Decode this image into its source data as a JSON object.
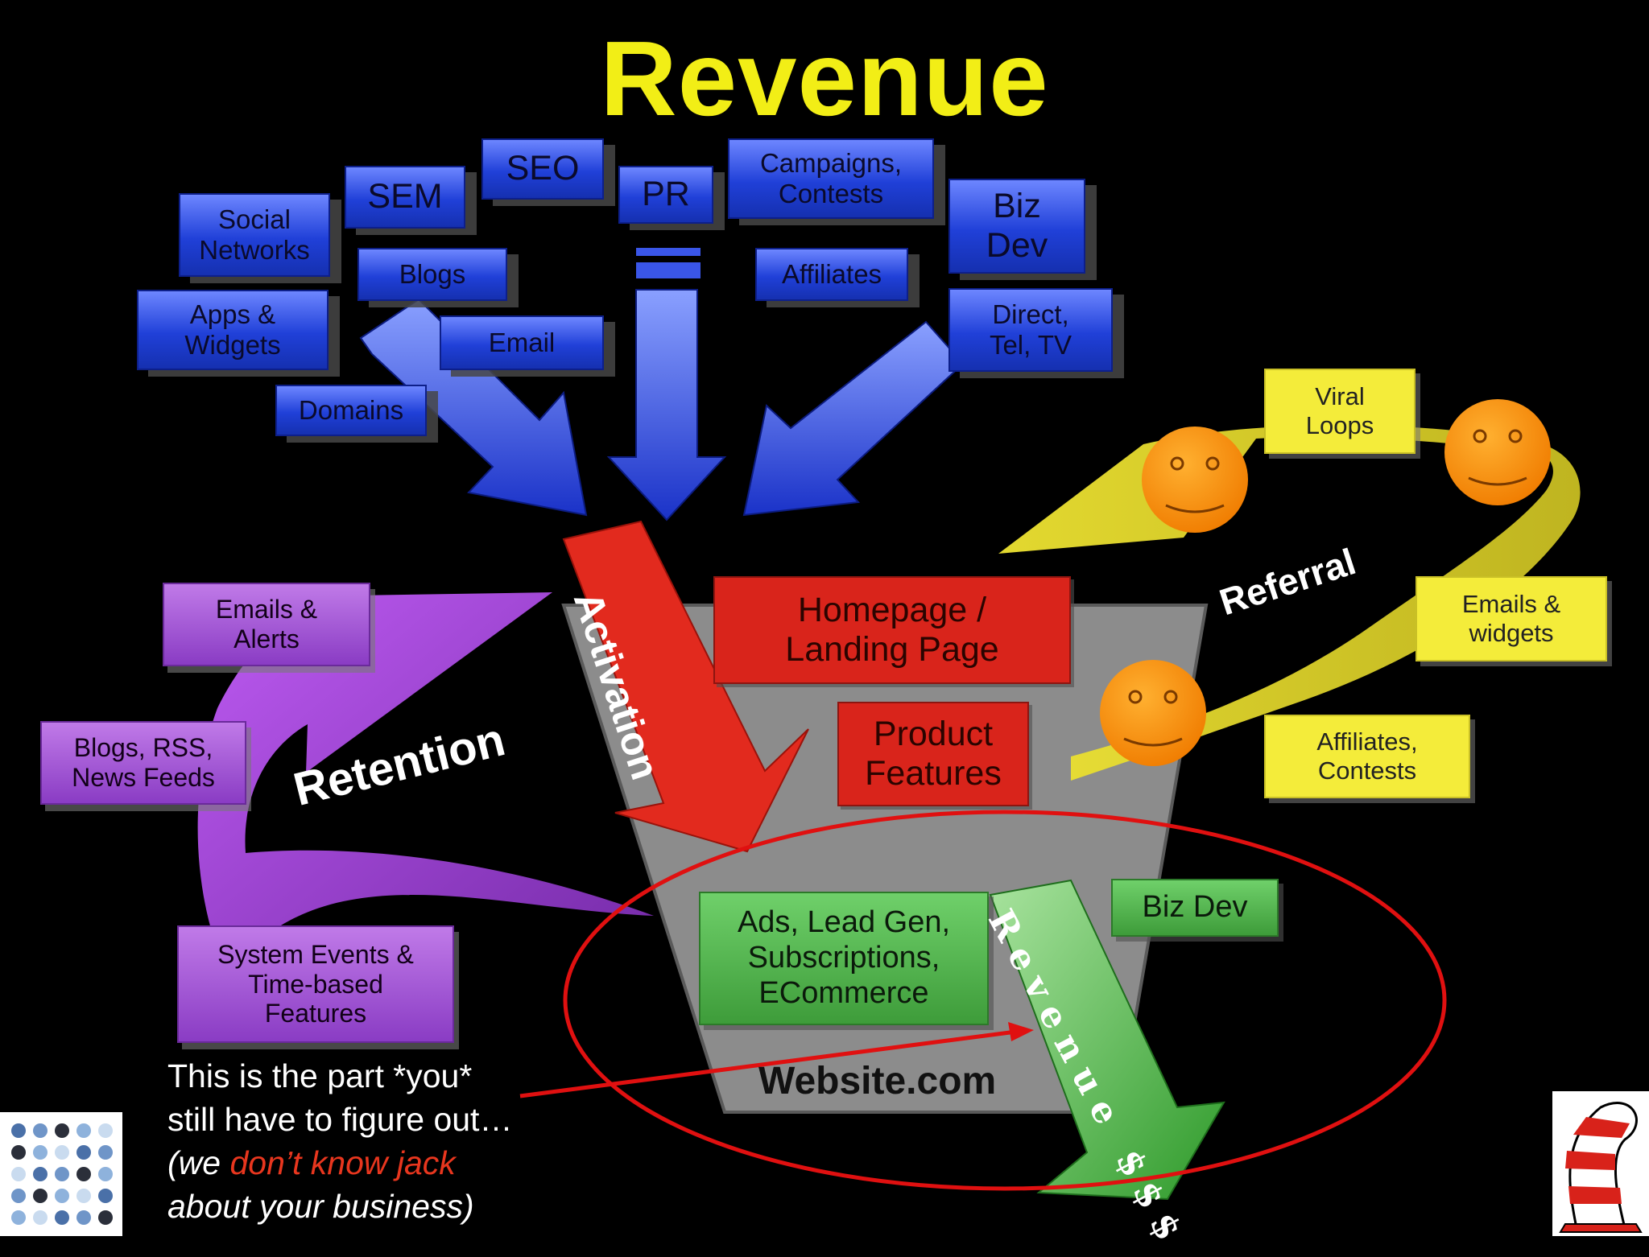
{
  "title": "Revenue",
  "acquisition": {
    "social_networks": "Social\nNetworks",
    "sem": "SEM",
    "seo": "SEO",
    "pr": "PR",
    "campaigns": "Campaigns,\nContests",
    "biz_dev_top": "Biz\nDev",
    "blogs": "Blogs",
    "affiliates": "Affiliates",
    "apps_widgets": "Apps &\nWidgets",
    "email": "Email",
    "direct_tel_tv": "Direct,\nTel, TV",
    "domains": "Domains"
  },
  "retention": {
    "label": "Retention",
    "emails_alerts": "Emails &\nAlerts",
    "blogs_rss": "Blogs, RSS,\nNews Feeds",
    "system_events": "System Events &\nTime-based\nFeatures"
  },
  "referral": {
    "label": "Referral",
    "viral_loops": "Viral\nLoops",
    "emails_widgets": "Emails &\nwidgets",
    "affiliates_contests": "Affiliates,\nContests"
  },
  "activation": {
    "label": "Activation",
    "homepage": "Homepage /\nLanding Page",
    "product_features": "Product\nFeatures"
  },
  "revenue": {
    "ads": "Ads, Lead Gen,\nSubscriptions,\nECommerce",
    "biz_dev": "Biz Dev",
    "arrow_label": "Revenue $$$",
    "website": "Website.com"
  },
  "note": {
    "line1": "This is the part *you*",
    "line2": "still have to figure out…",
    "line3_pre": "(we ",
    "line3_highlight": "don’t know jack",
    "line4": "about your business)"
  },
  "colors": {
    "title": "#f2ee16",
    "acquisition": "#2a48e0",
    "retention": "#a050d8",
    "referral": "#f4ec3a",
    "activation": "#d9241b",
    "revenue": "#4caf45",
    "funnel": "#8a8a8a",
    "circle": "#e01010"
  }
}
